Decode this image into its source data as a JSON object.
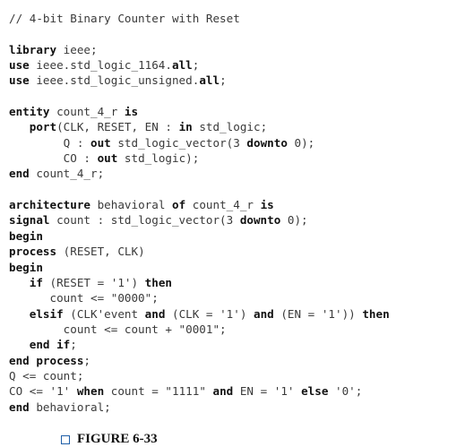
{
  "code_lines": [
    [
      {
        "t": "// 4-bit Binary Counter with Reset",
        "b": false
      }
    ],
    [
      {
        "t": "",
        "b": false
      }
    ],
    [
      {
        "t": "library",
        "b": true
      },
      {
        "t": " ieee;",
        "b": false
      }
    ],
    [
      {
        "t": "use",
        "b": true
      },
      {
        "t": " ieee.std_logic_1164.",
        "b": false
      },
      {
        "t": "all",
        "b": true
      },
      {
        "t": ";",
        "b": false
      }
    ],
    [
      {
        "t": "use",
        "b": true
      },
      {
        "t": " ieee.std_logic_unsigned.",
        "b": false
      },
      {
        "t": "all",
        "b": true
      },
      {
        "t": ";",
        "b": false
      }
    ],
    [
      {
        "t": "",
        "b": false
      }
    ],
    [
      {
        "t": "entity",
        "b": true
      },
      {
        "t": " count_4_r ",
        "b": false
      },
      {
        "t": "is",
        "b": true
      }
    ],
    [
      {
        "t": "   ",
        "b": false
      },
      {
        "t": "port",
        "b": true
      },
      {
        "t": "(CLK, RESET, EN : ",
        "b": false
      },
      {
        "t": "in",
        "b": true
      },
      {
        "t": " std_logic;",
        "b": false
      }
    ],
    [
      {
        "t": "        Q : ",
        "b": false
      },
      {
        "t": "out",
        "b": true
      },
      {
        "t": " std_logic_vector(3 ",
        "b": false
      },
      {
        "t": "downto",
        "b": true
      },
      {
        "t": " 0);",
        "b": false
      }
    ],
    [
      {
        "t": "        CO : ",
        "b": false
      },
      {
        "t": "out",
        "b": true
      },
      {
        "t": " std_logic);",
        "b": false
      }
    ],
    [
      {
        "t": "end",
        "b": true
      },
      {
        "t": " count_4_r;",
        "b": false
      }
    ],
    [
      {
        "t": "",
        "b": false
      }
    ],
    [
      {
        "t": "architecture",
        "b": true
      },
      {
        "t": " behavioral ",
        "b": false
      },
      {
        "t": "of",
        "b": true
      },
      {
        "t": " count_4_r ",
        "b": false
      },
      {
        "t": "is",
        "b": true
      }
    ],
    [
      {
        "t": "signal",
        "b": true
      },
      {
        "t": " count : std_logic_vector(3 ",
        "b": false
      },
      {
        "t": "downto",
        "b": true
      },
      {
        "t": " 0);",
        "b": false
      }
    ],
    [
      {
        "t": "begin",
        "b": true
      }
    ],
    [
      {
        "t": "process",
        "b": true
      },
      {
        "t": " (RESET, CLK)",
        "b": false
      }
    ],
    [
      {
        "t": "begin",
        "b": true
      }
    ],
    [
      {
        "t": "   ",
        "b": false
      },
      {
        "t": "if",
        "b": true
      },
      {
        "t": " (RESET = '1') ",
        "b": false
      },
      {
        "t": "then",
        "b": true
      }
    ],
    [
      {
        "t": "      count <= \"0000\";",
        "b": false
      }
    ],
    [
      {
        "t": "   ",
        "b": false
      },
      {
        "t": "elsif",
        "b": true
      },
      {
        "t": " (CLK'event ",
        "b": false
      },
      {
        "t": "and",
        "b": true
      },
      {
        "t": " (CLK = '1') ",
        "b": false
      },
      {
        "t": "and",
        "b": true
      },
      {
        "t": " (EN = '1')) ",
        "b": false
      },
      {
        "t": "then",
        "b": true
      }
    ],
    [
      {
        "t": "        count <= count + \"0001\";",
        "b": false
      }
    ],
    [
      {
        "t": "   ",
        "b": false
      },
      {
        "t": "end if",
        "b": true
      },
      {
        "t": ";",
        "b": false
      }
    ],
    [
      {
        "t": "end process",
        "b": true
      },
      {
        "t": ";",
        "b": false
      }
    ],
    [
      {
        "t": "Q <= count;",
        "b": false
      }
    ],
    [
      {
        "t": "CO <= '1' ",
        "b": false
      },
      {
        "t": "when",
        "b": true
      },
      {
        "t": " count = \"1111\" ",
        "b": false
      },
      {
        "t": "and",
        "b": true
      },
      {
        "t": " EN = '1' ",
        "b": false
      },
      {
        "t": "else",
        "b": true
      },
      {
        "t": " '0';",
        "b": false
      }
    ],
    [
      {
        "t": "end",
        "b": true
      },
      {
        "t": " behavioral;",
        "b": false
      }
    ]
  ],
  "caption": {
    "label": "FIGURE 6-33",
    "icon": "square-icon",
    "icon_color": "#1f5fa8"
  },
  "colors": {
    "text": "#3a3a3a",
    "keyword": "#111111",
    "background": "#ffffff"
  }
}
